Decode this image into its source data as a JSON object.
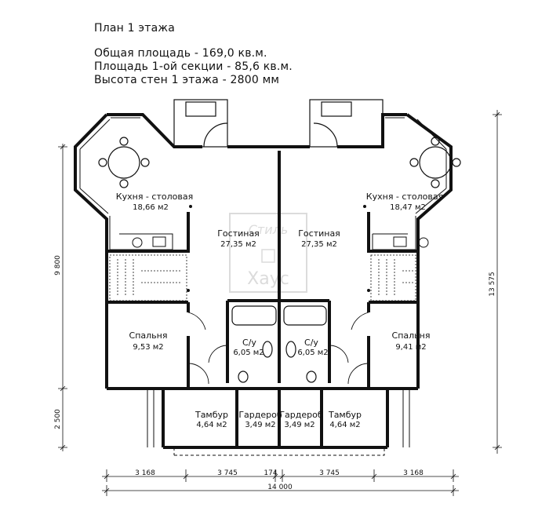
{
  "header": {
    "title": "План 1 этажа",
    "total_area": "Общая площадь - 169,0 кв.м.",
    "section_area": "Площадь 1-ой секции - 85,6 кв.м.",
    "wall_height": "Высота стен 1 этажа - 2800 мм"
  },
  "rooms": {
    "kitchen_left": {
      "label": "Кухня - столовая",
      "area": "18,66 м2"
    },
    "kitchen_right": {
      "label": "Кухня - столовая",
      "area": "18,47 м2"
    },
    "living_left": {
      "label": "Гостиная",
      "area": "27,35 м2"
    },
    "living_right": {
      "label": "Гостиная",
      "area": "27,35 м2"
    },
    "bedroom_left": {
      "label": "Спальня",
      "area": "9,53 м2"
    },
    "bedroom_right": {
      "label": "Спальня",
      "area": "9,41 м2"
    },
    "bath_left": {
      "label": "С/у",
      "area": "6,05 м2"
    },
    "bath_right": {
      "label": "С/у",
      "area": "6,05 м2"
    },
    "vestibule_left": {
      "label": "Тамбур",
      "area": "4,64 м2"
    },
    "vestibule_right": {
      "label": "Тамбур",
      "area": "4,64 м2"
    },
    "wardrobe_left": {
      "label": "Гардероб",
      "area": "3,49 м2"
    },
    "wardrobe_right": {
      "label": "Гардероб",
      "area": "3,49 м2"
    }
  },
  "dimensions": {
    "bottom": [
      "3 168",
      "3 745",
      "174",
      "3 745",
      "3 168"
    ],
    "total_width": "14 000",
    "left_upper": "9 800",
    "left_lower": "2 500",
    "right_total": "13 575"
  },
  "watermark": {
    "line1": "Стиль",
    "line2": "Хаус"
  }
}
